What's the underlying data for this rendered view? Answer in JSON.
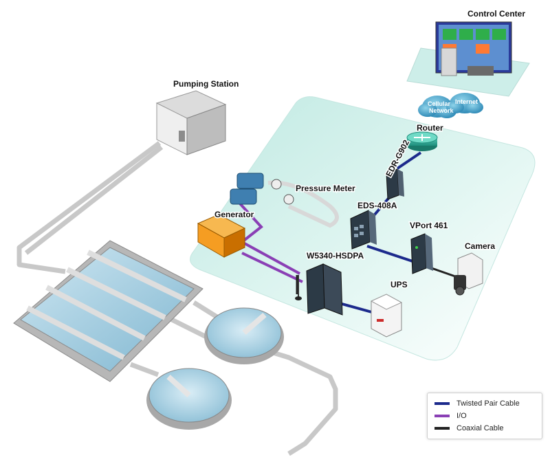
{
  "diagram": {
    "labels": {
      "control_center": "Control Center",
      "pumping_station": "Pumping Station",
      "router": "Router",
      "edr": "EDR-G902",
      "pressure_meter": "Pressure Meter",
      "eds": "EDS-408A",
      "generator": "Generator",
      "vport": "VPort 461",
      "camera": "Camera",
      "w5340": "W5340-HSDPA",
      "ups": "UPS",
      "cellular": "Cellular",
      "network": "Network",
      "internet": "Internet"
    },
    "colors": {
      "twisted_pair": "#1c2a8c",
      "io": "#8a3fb5",
      "coaxial": "#222222",
      "platform": "#d3f1ec",
      "water": "#8fc4dc",
      "generator": "#f59d22"
    }
  },
  "legend": {
    "items": [
      {
        "label": "Twisted Pair Cable",
        "color": "#1c2a8c"
      },
      {
        "label": "I/O",
        "color": "#8a3fb5"
      },
      {
        "label": "Coaxial Cable",
        "color": "#222222"
      }
    ]
  }
}
